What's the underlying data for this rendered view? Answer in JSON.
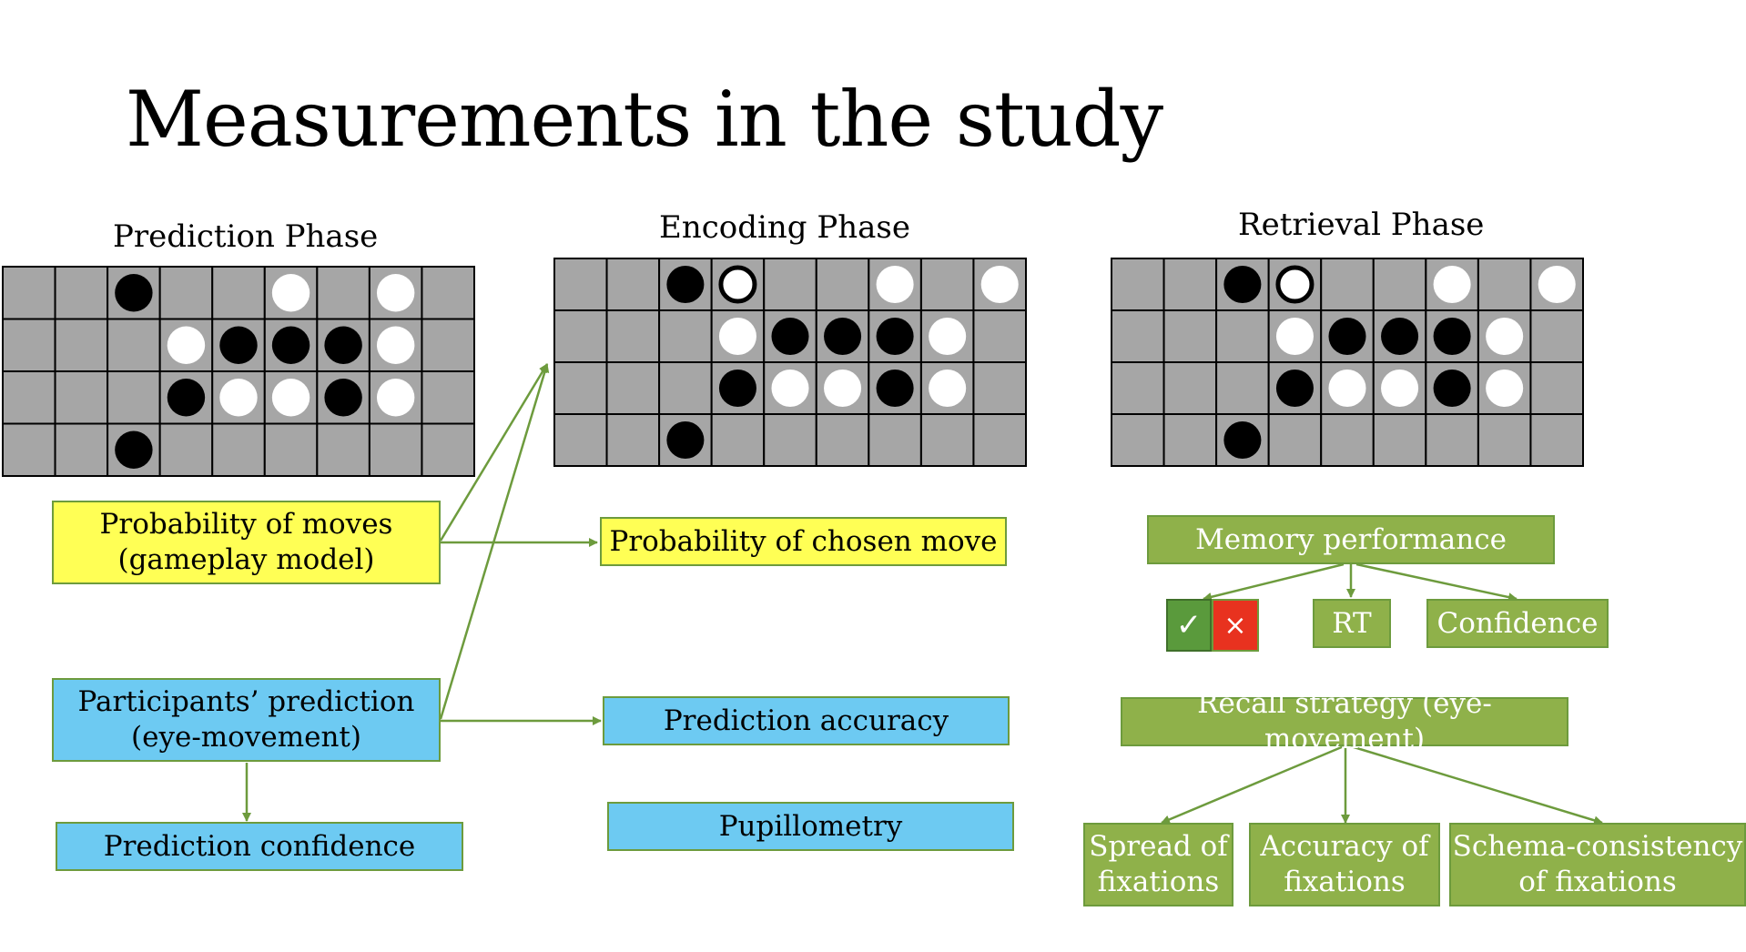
{
  "title": "Measurements in the study",
  "phases": {
    "prediction": "Prediction Phase",
    "encoding": "Encoding Phase",
    "retrieval": "Retrieval Phase"
  },
  "boards": {
    "prediction": [
      "..b..w.w.",
      "...wbbbw.",
      "...bwwbw.",
      "..b......"
    ],
    "encoding": [
      "..bo..w.w",
      "...wbbbw.",
      "...bwwbw.",
      "..b......"
    ],
    "retrieval": [
      "..bo..w.w",
      "...wbbbw.",
      "...bwwbw.",
      "..b......"
    ]
  },
  "boxes": {
    "prob_moves": "Probability of moves\n(gameplay model)",
    "participants_prediction": "Participants’ prediction\n(eye-movement)",
    "prediction_confidence": "Prediction confidence",
    "prob_chosen": "Probability of chosen move",
    "prediction_accuracy": "Prediction accuracy",
    "pupillometry": "Pupillometry",
    "memory_performance": "Memory performance",
    "rt": "RT",
    "confidence": "Confidence",
    "recall_strategy": "Recall strategy (eye-movement)",
    "spread": "Spread of\nfixations",
    "accuracy_fix": "Accuracy of\nfixations",
    "schema": "Schema-consistency\nof fixations"
  },
  "icons": {
    "check": "✓",
    "cross": "×"
  },
  "colors": {
    "board_gray": "#a6a6a6",
    "yellow": "#ffff55",
    "blue": "#6dcaf2",
    "green": "#8fb14a",
    "arrow": "#6d9b3d",
    "check_green": "#5a9a3c",
    "cross_red": "#e8321f"
  }
}
